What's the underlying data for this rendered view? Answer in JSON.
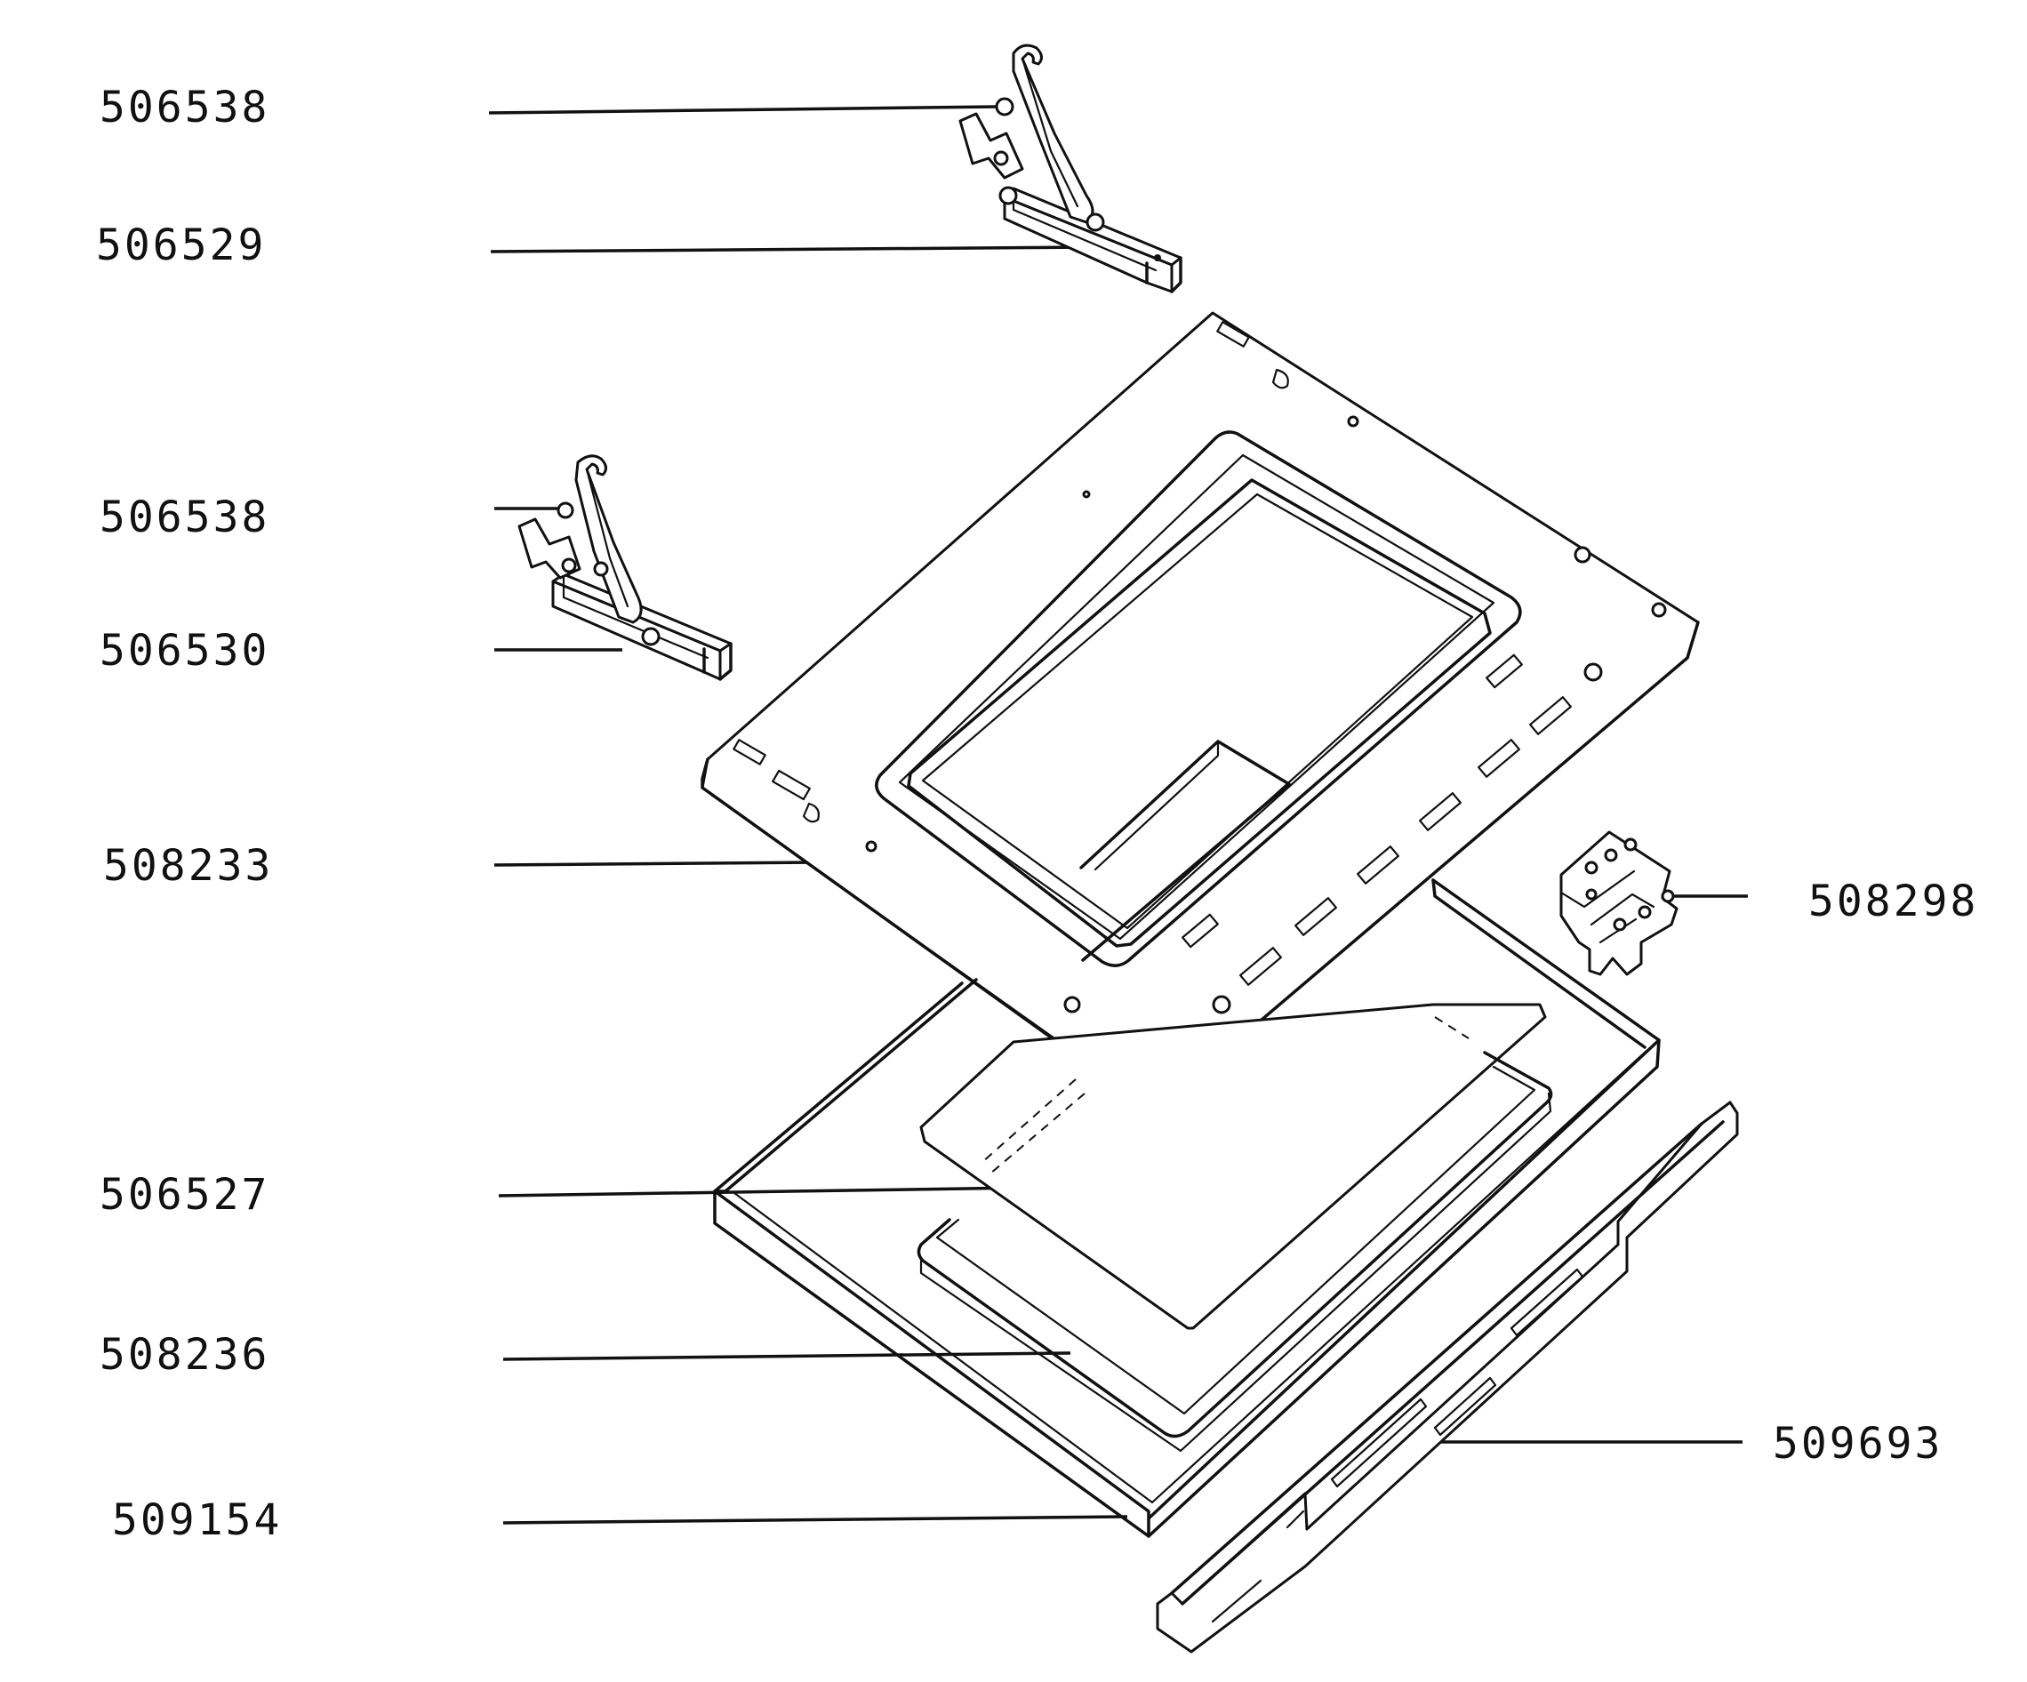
{
  "labels": {
    "l1": "506538",
    "l2": "506529",
    "l3": "506538",
    "l4": "506530",
    "l5": "508233",
    "l6": "506527",
    "l7": "508236",
    "l8": "509154",
    "r1": "508298",
    "r2": "509693"
  }
}
